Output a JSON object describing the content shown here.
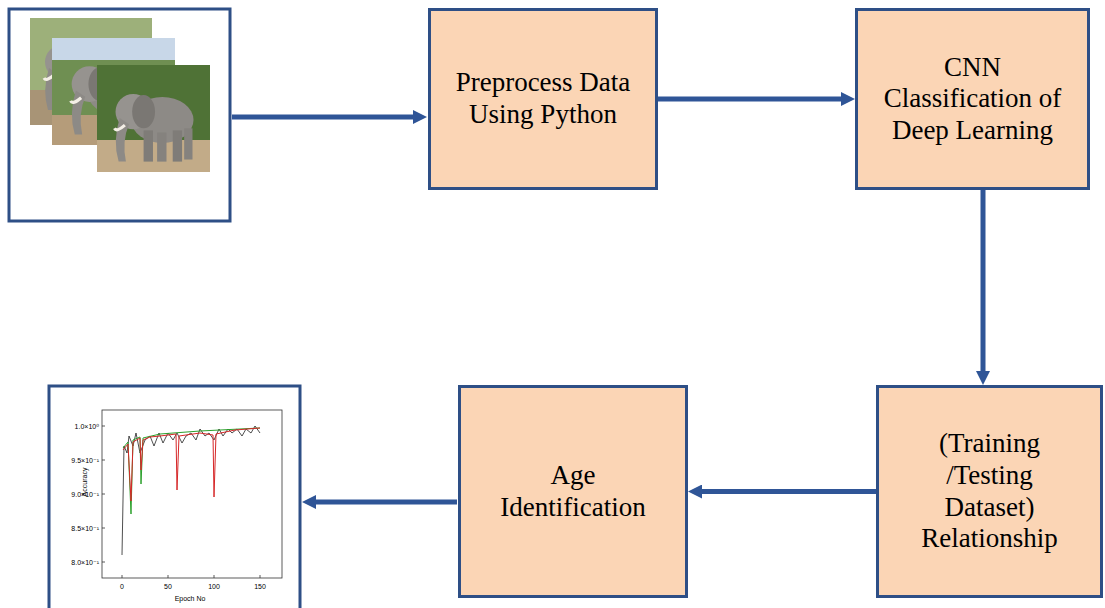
{
  "diagram": {
    "nodes": [
      {
        "text": [
          "Preprocess Data Using Python"
        ]
      },
      {
        "text": [
          "CNN Classification of Deep Learning"
        ]
      },
      {
        "text": [
          "(Training /Testing Dataset) Relationship"
        ]
      },
      {
        "text": [
          "Age Identification"
        ]
      }
    ],
    "edges": [
      {
        "from": 0,
        "to": 1,
        "arrow": "to"
      },
      {
        "from": 1,
        "to": 2,
        "arrow": "to"
      },
      {
        "from": 2,
        "to": 3,
        "arrow": "to"
      }
    ],
    "labels": [
      "Accuracy",
      "Epoch No",
      "1.0×10⁰",
      "9.5×10⁻¹",
      "9.0×10⁻¹",
      "8.5×10⁻¹",
      "8.0×10⁻¹",
      "0",
      "50",
      "100",
      "150"
    ]
  }
}
